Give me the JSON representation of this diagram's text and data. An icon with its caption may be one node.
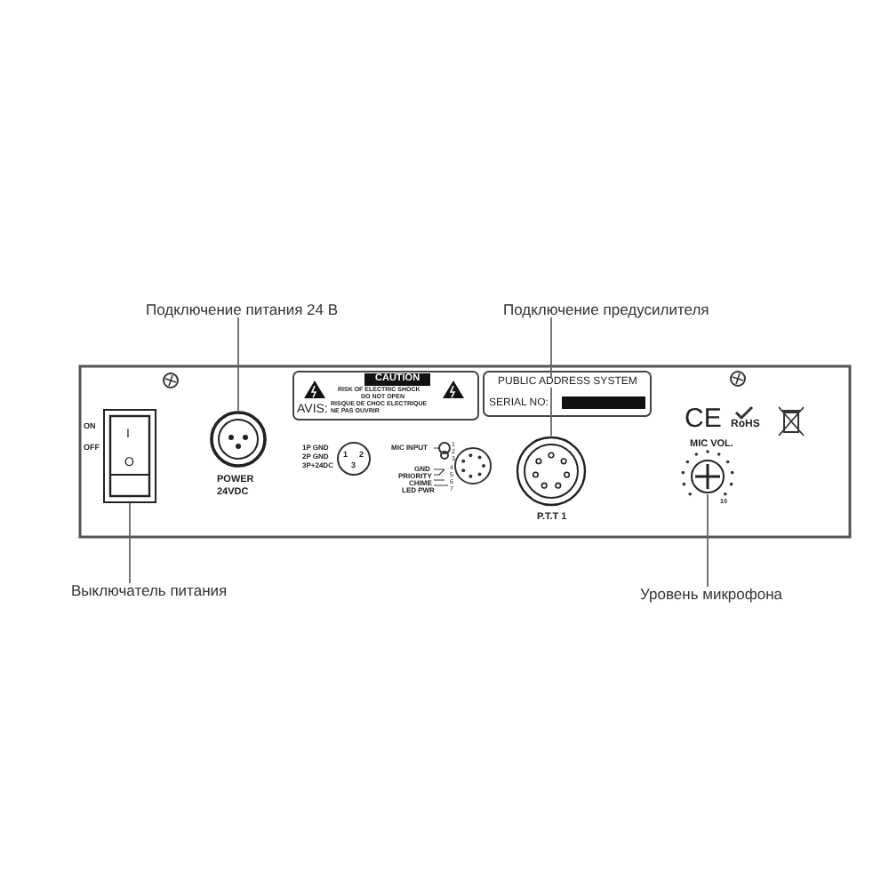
{
  "diagram": {
    "nodes": [
      {
        "text": [
          "Подключение питания 24 В"
        ]
      },
      {
        "text": [],
        "shape": "circle",
        "beside": [
          "POWER",
          "24VDC"
        ]
      },
      {
        "text": [
          "Подключение предусилителя"
        ]
      },
      {
        "text": [],
        "shape": "circle",
        "beside": [
          "P.T.T 1"
        ]
      },
      {
        "text": [
          "Выключатель питания"
        ]
      },
      {
        "text": [],
        "shape": "box"
      },
      {
        "text": [
          "Уровень микрофона"
        ]
      },
      {
        "text": [],
        "shape": "circle",
        "beside": [
          "MIC VOL."
        ]
      }
    ],
    "edges": [
      {
        "from": 0,
        "to": 1,
        "arrow": "none"
      },
      {
        "from": 2,
        "to": 3,
        "arrow": "none"
      },
      {
        "from": 4,
        "to": 5,
        "arrow": "none"
      },
      {
        "from": 6,
        "to": 7,
        "arrow": "none"
      }
    ],
    "labels": [
      "ON",
      "OFF",
      "I",
      "O",
      "1P GND",
      "2P GND",
      "3P+24DC",
      "1",
      "2",
      "3",
      "CAUTION",
      "RISK OF ELECTRIC SHOCK",
      "DO NOT OPEN",
      "AVIS:",
      "RISQUE DE CHOC ELECTRIQUE",
      "NE PAS OUVRIR",
      "PUBLIC ADDRESS SYSTEM",
      "SERIAL NO:",
      "MIC INPUT",
      "GND",
      "PRIORITY",
      "CHIME",
      "LED PWR",
      "1",
      "2",
      "3",
      "4",
      "5",
      "6",
      "7",
      "10",
      "CE",
      "RoHS"
    ]
  }
}
